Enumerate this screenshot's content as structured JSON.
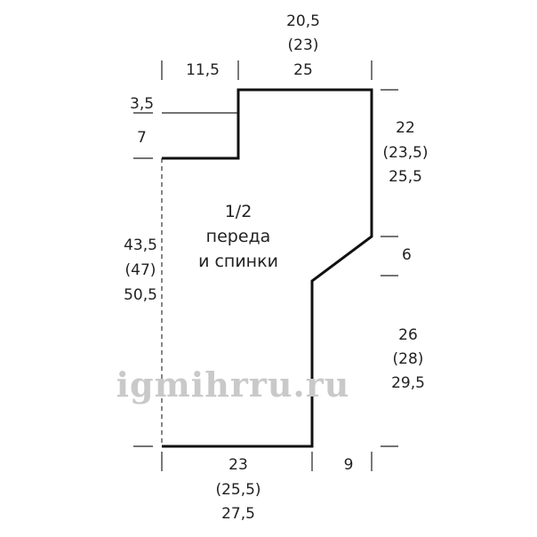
{
  "title": {
    "line1": "1/2",
    "line2": "переда",
    "line3": "и спинки"
  },
  "dimensions": {
    "top_width": [
      "20,5",
      "(23)",
      "25"
    ],
    "neck_width": "11,5",
    "neck_depth_small": "3,5",
    "neck_depth": "7",
    "armhole_depth": [
      "22",
      "(23,5)",
      "25,5"
    ],
    "armhole_slope": "6",
    "side_height": [
      "26",
      "(28)",
      "29,5"
    ],
    "total_length": [
      "43,5",
      "(47)",
      "50,5"
    ],
    "bottom_width": [
      "23",
      "(25,5)",
      "27,5"
    ],
    "sleeve_offset": "9"
  },
  "watermark": "igmihrru.ru"
}
